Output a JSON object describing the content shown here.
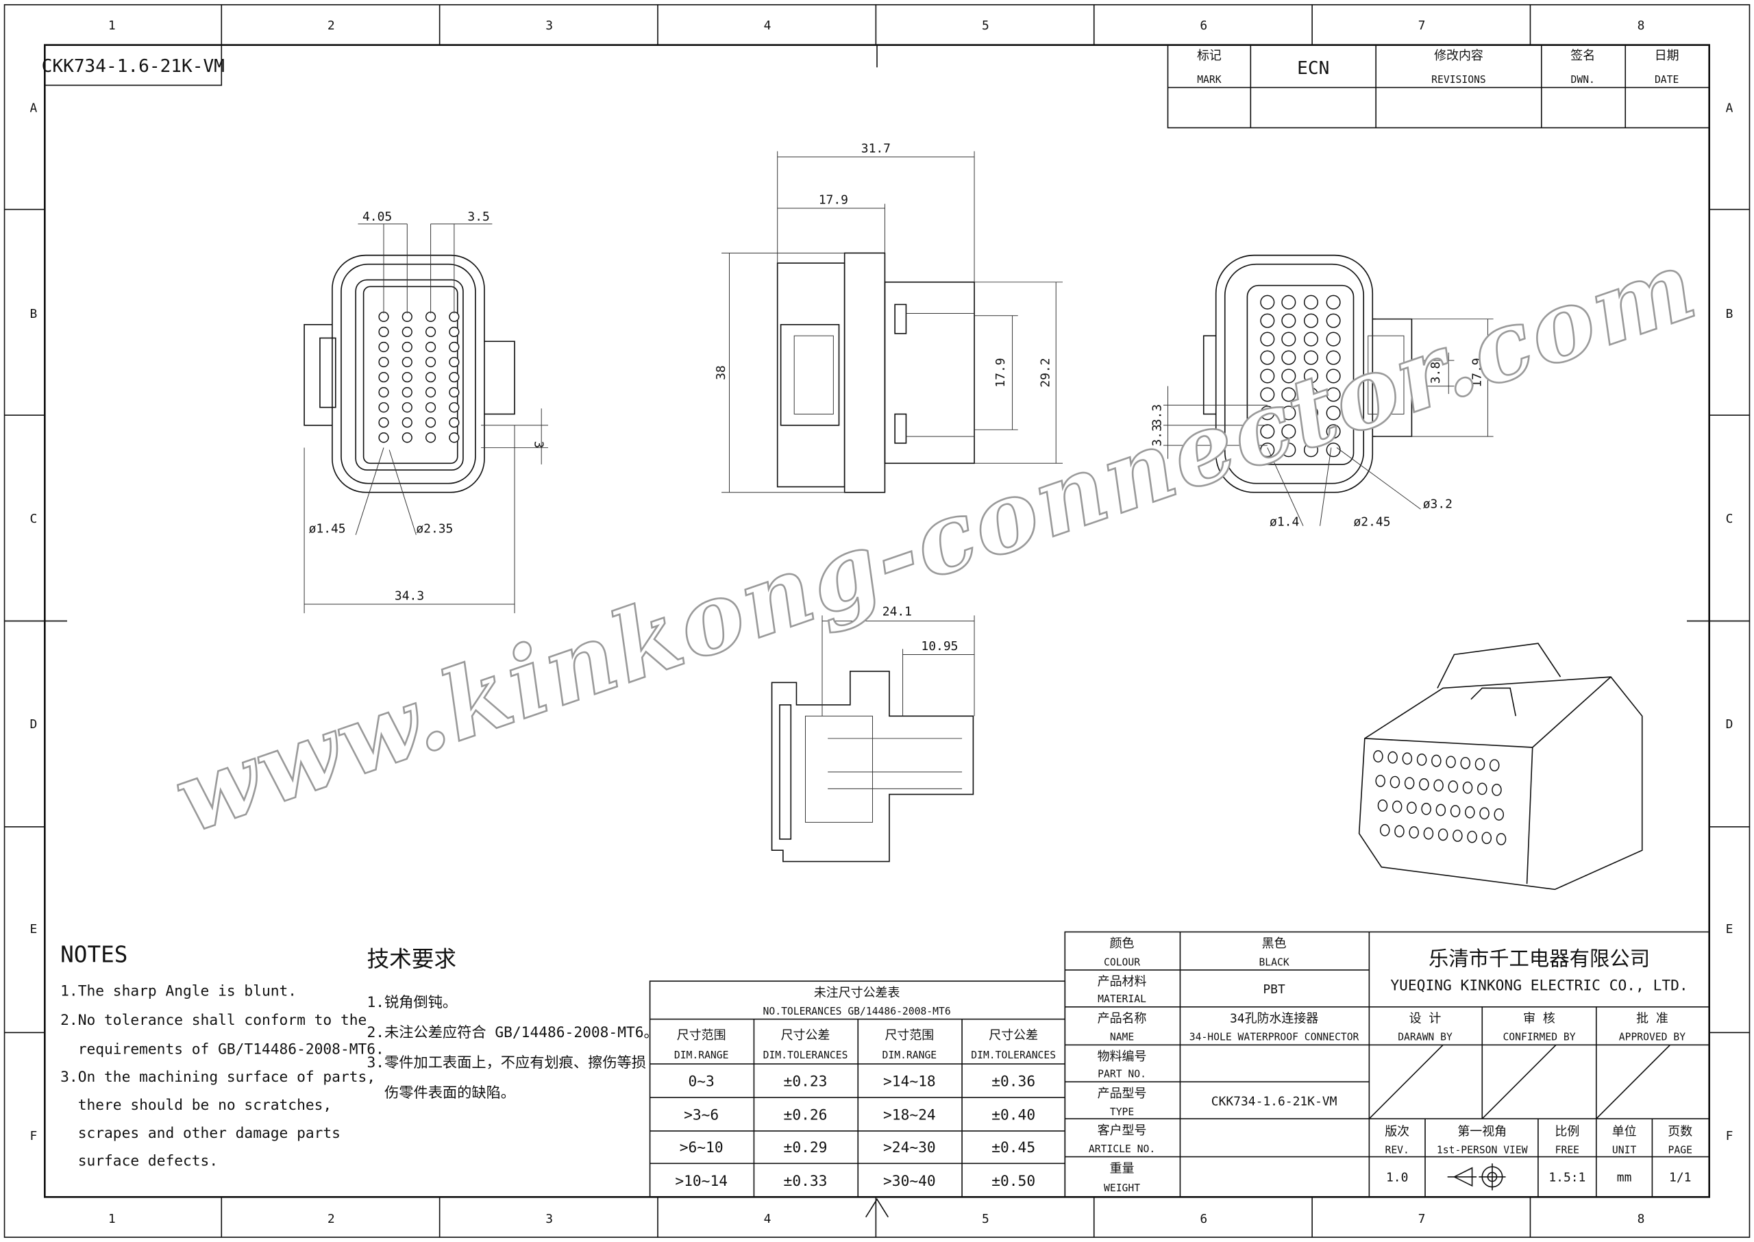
{
  "frame": {
    "columns": [
      "1",
      "2",
      "3",
      "4",
      "5",
      "6",
      "7",
      "8"
    ],
    "rows": [
      "A",
      "B",
      "C",
      "D",
      "E",
      "F"
    ]
  },
  "part_number_box": "CKK734-1.6-21K-VM",
  "revisions": {
    "mark_cn": "标记",
    "mark_en": "MARK",
    "ecn": "ECN",
    "rev_cn": "修改内容",
    "rev_en": "REVISIONS",
    "dwn_cn": "签名",
    "dwn_en": "DWN.",
    "date_cn": "日期",
    "date_en": "DATE"
  },
  "dimensions": {
    "front_left": {
      "pitch_a": "4.05",
      "pitch_b": "3.5",
      "row_pitch": "3",
      "hole_small": "ø1.45",
      "hole_large": "ø2.35",
      "width": "34.3"
    },
    "side": {
      "length": "31.7",
      "partial": "17.9",
      "height": "38",
      "inner": "17.9",
      "mid": "29.2"
    },
    "front_right": {
      "slot": "3.8",
      "height": "17.9",
      "pitch1": "3.3",
      "pitch2": "3.3",
      "hole_a": "ø1.4",
      "hole_b": "ø2.45",
      "hole_c": "ø3.2"
    },
    "section": {
      "length": "24.1",
      "partial": "10.95"
    }
  },
  "watermark": "www.kinkong-connector.com",
  "notes": {
    "title": "NOTES",
    "lines": [
      "1.The sharp Angle is blunt.",
      "2.No tolerance shall conform to the",
      "  requirements of GB/T14486-2008-MT6.",
      "3.On the machining surface of parts,",
      "  there should be no scratches,",
      "  scrapes and other damage parts",
      "  surface defects."
    ]
  },
  "tech_requirements": {
    "title": "技术要求",
    "lines": [
      "1.锐角倒钝。",
      "2.未注公差应符合 GB/14486-2008-MT6。",
      "3.零件加工表面上，不应有划痕、擦伤等损",
      "  伤零件表面的缺陷。"
    ]
  },
  "tolerance_table": {
    "title_cn": "未注尺寸公差表",
    "title_en": "NO.TOLERANCES GB/14486-2008-MT6",
    "headers": [
      {
        "cn": "尺寸范围",
        "en": "DIM.RANGE"
      },
      {
        "cn": "尺寸公差",
        "en": "DIM.TOLERANCES"
      },
      {
        "cn": "尺寸范围",
        "en": "DIM.RANGE"
      },
      {
        "cn": "尺寸公差",
        "en": "DIM.TOLERANCES"
      }
    ],
    "rows": [
      [
        "0~3",
        "±0.23",
        ">14~18",
        "±0.36"
      ],
      [
        ">3~6",
        "±0.26",
        ">18~24",
        "±0.40"
      ],
      [
        ">6~10",
        "±0.29",
        ">24~30",
        "±0.45"
      ],
      [
        ">10~14",
        "±0.33",
        ">30~40",
        "±0.50"
      ]
    ]
  },
  "title_block": {
    "colour": {
      "cn": "颜色",
      "en": "COLOUR",
      "value_cn": "黑色",
      "value_en": "BLACK"
    },
    "material": {
      "cn": "产品材料",
      "en": "MATERIAL",
      "value": "PBT"
    },
    "name": {
      "cn": "产品名称",
      "en": "NAME",
      "value_cn": "34孔防水连接器",
      "value_en": "34-HOLE WATERPROOF CONNECTOR"
    },
    "part_no": {
      "cn": "物料编号",
      "en": "PART NO."
    },
    "type": {
      "cn": "产品型号",
      "en": "TYPE",
      "value": "CKK734-1.6-21K-VM"
    },
    "article_no": {
      "cn": "客户型号",
      "en": "ARTICLE NO."
    },
    "weight": {
      "cn": "重量",
      "en": "WEIGHT"
    },
    "company_cn": "乐清市千工电器有限公司",
    "company_en": "YUEQING KINKONG ELECTRIC CO., LTD.",
    "drawn": {
      "cn": "设 计",
      "en": "DARAWN BY"
    },
    "confirmed": {
      "cn": "审 核",
      "en": "CONFIRMED BY"
    },
    "approved": {
      "cn": "批 准",
      "en": "APPROVED BY"
    },
    "rev": {
      "cn": "版次",
      "en": "REV.",
      "value": "1.0"
    },
    "view": {
      "cn": "第一视角",
      "en": "1st-PERSON VIEW"
    },
    "scale": {
      "cn": "比例",
      "en": "FREE",
      "value": "1.5:1"
    },
    "unit": {
      "cn": "单位",
      "en": "UNIT",
      "value": "mm"
    },
    "page": {
      "cn": "页数",
      "en": "PAGE",
      "value": "1/1"
    }
  }
}
